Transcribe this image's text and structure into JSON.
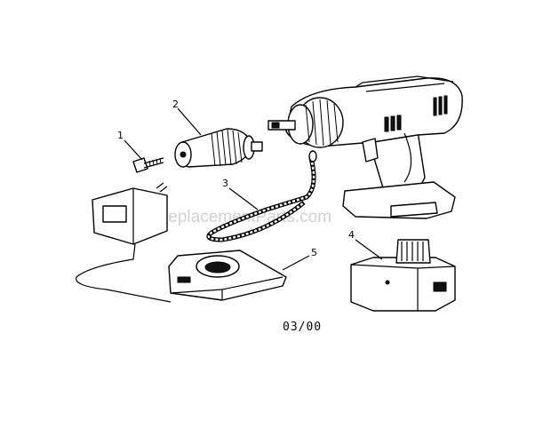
{
  "diagram": {
    "date_code": "03/00",
    "watermark": "eReplacementParts.com",
    "parts": [
      {
        "number": "1",
        "icon": "screw-icon"
      },
      {
        "number": "2",
        "icon": "chuck-icon"
      },
      {
        "number": "3",
        "icon": "wrist-strap-icon"
      },
      {
        "number": "4",
        "icon": "battery-pack-icon"
      },
      {
        "number": "5",
        "icon": "charger-base-icon"
      }
    ],
    "unlabeled_parts": [
      {
        "icon": "cordless-drill-icon"
      },
      {
        "icon": "wall-adapter-icon"
      }
    ]
  }
}
